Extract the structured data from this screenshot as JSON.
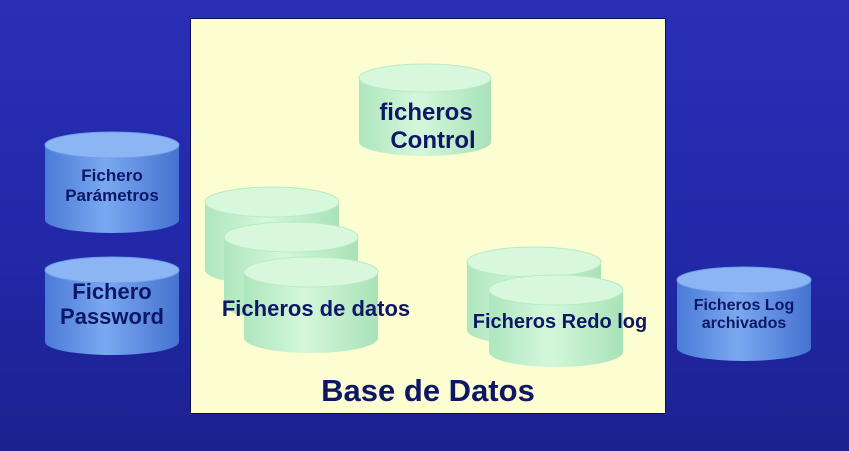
{
  "colors": {
    "background": "#2228a8",
    "database_box": "#fdfdd2",
    "green_cylinder": "#c9f3d1",
    "blue_cylinder": "#5f8fe6",
    "text": "#0d1766"
  },
  "database": {
    "title": "Base de Datos"
  },
  "files": {
    "control": {
      "line1": "ficheros",
      "line2": "Control"
    },
    "datos": {
      "label": "Ficheros de datos"
    },
    "redo": {
      "label": "Ficheros Redo log"
    },
    "parametros": {
      "line1": "Fichero",
      "line2": "Parámetros"
    },
    "password": {
      "line1": "Fichero",
      "line2": "Password"
    },
    "archivados": {
      "line1": "Ficheros Log",
      "line2": "archivados"
    }
  }
}
